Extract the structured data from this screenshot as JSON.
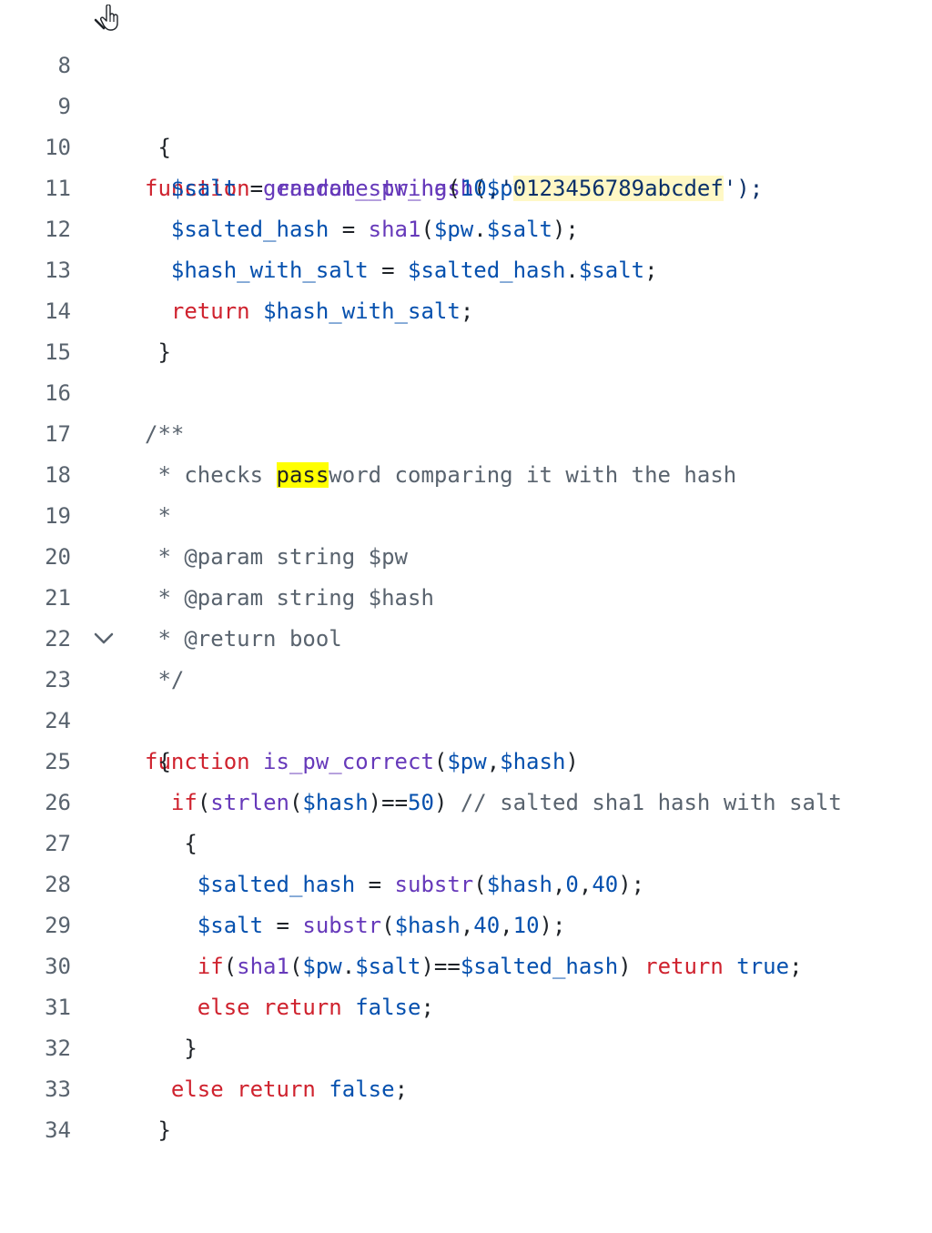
{
  "line_numbers": [
    "8",
    "9",
    "10",
    "11",
    "12",
    "13",
    "14",
    "15",
    "16",
    "17",
    "18",
    "19",
    "20",
    "21",
    "22",
    "23",
    "24",
    "25",
    "26",
    "27",
    "28",
    "29",
    "30",
    "31",
    "32",
    "33",
    "34"
  ],
  "tokens": {
    "t_function": "function",
    "t_generate_pw_hash": "generate_pw_hash",
    "t_lparen": "(",
    "t_rparen": ")",
    "t_pw": "$pw",
    "t_lbrace": "{",
    "t_rbrace": "}",
    "t_salt": "$salt",
    "t_eq": " = ",
    "t_random_string": "random_string",
    "t_10": "10",
    "t_comma_q": ",'",
    "t_hexstr": "0123456789abcdef",
    "t_q_end": "');",
    "t_salted_hash": "$salted_hash",
    "t_sha1": "sha1",
    "t_dot": ".",
    "t_semi_close": ");",
    "t_hash_with_salt": "$hash_with_salt",
    "t_semi": ";",
    "t_return": "return",
    "t_space": " ",
    "c_open": "/**",
    "c_star_sp": "* checks ",
    "c_pass": "pass",
    "c_rest": "word comparing it with the hash",
    "c_star": "*",
    "c_param_pw": "* @param string $pw",
    "c_param_hash": "* @param string $hash",
    "c_return_bool": "* @return bool",
    "c_close": "*/",
    "t_is_pw_correct": "is_pw_correct",
    "t_comma": ",",
    "t_hash": "$hash",
    "t_if": "if",
    "t_strlen": "strlen",
    "t_eqeq": "==",
    "t_50": "50",
    "t_comment25": "// salted sha1 hash with salt",
    "t_substr": "substr",
    "t_0": "0",
    "t_40": "40",
    "t_true": "true",
    "t_false": "false",
    "t_else": "else"
  }
}
